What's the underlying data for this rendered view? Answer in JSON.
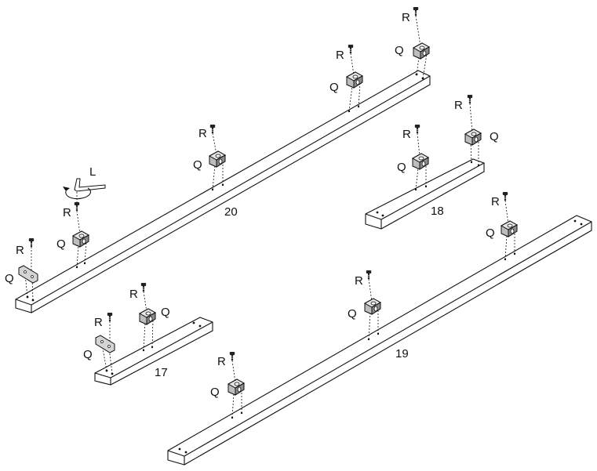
{
  "labels": {
    "screw": "R",
    "bracket": "Q",
    "tool": "L"
  },
  "parts": [
    {
      "id": "rail-20",
      "number": "20"
    },
    {
      "id": "rail-18",
      "number": "18"
    },
    {
      "id": "rail-17",
      "number": "17"
    },
    {
      "id": "rail-19",
      "number": "19"
    }
  ]
}
